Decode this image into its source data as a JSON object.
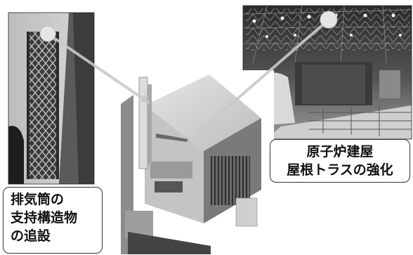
{
  "labels": {
    "roof_truss": {
      "lines": [
        "原子炉建屋",
        "屋根トラスの強化"
      ]
    },
    "stack_support": {
      "lines": [
        "排気筒の",
        "支持構造物",
        "の追設"
      ]
    }
  },
  "colors": {
    "pointer": "#d0d0d0",
    "pointer_dot": "#e6e6e6"
  }
}
